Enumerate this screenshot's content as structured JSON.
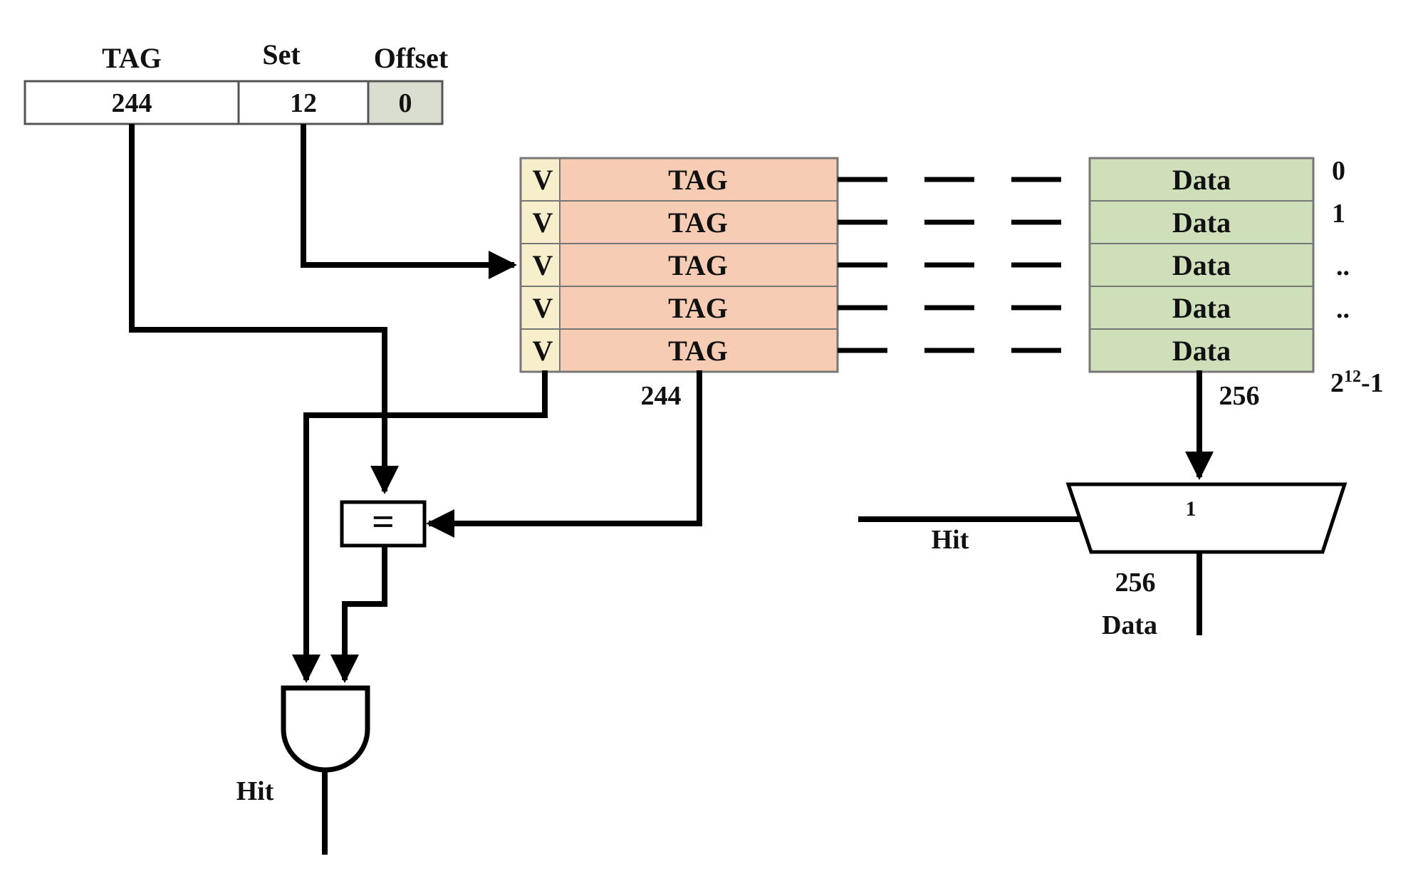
{
  "address": {
    "tag_header": "TAG",
    "set_header": "Set",
    "offset_header": "Offset",
    "tag_bits": "244",
    "set_bits": "12",
    "offset_bits": "0"
  },
  "tag_array": {
    "rows": [
      {
        "valid": "V",
        "tag": "TAG"
      },
      {
        "valid": "V",
        "tag": "TAG"
      },
      {
        "valid": "V",
        "tag": "TAG"
      },
      {
        "valid": "V",
        "tag": "TAG"
      },
      {
        "valid": "V",
        "tag": "TAG"
      }
    ],
    "width_label": "244"
  },
  "data_array": {
    "rows": [
      {
        "label": "Data",
        "index": "0"
      },
      {
        "label": "Data",
        "index": "1"
      },
      {
        "label": "Data",
        "index": ".."
      },
      {
        "label": "Data",
        "index": ".."
      },
      {
        "label": "Data",
        "index_base": "2",
        "index_exp": "12",
        "index_tail": "-1"
      }
    ],
    "width_label": "256"
  },
  "comparator": {
    "symbol": "="
  },
  "mux": {
    "select_value": "1",
    "select_label": "Hit",
    "out_width": "256",
    "out_label": "Data"
  },
  "and_gate": {
    "out_label": "Hit"
  },
  "colors": {
    "tag_cell": "#f6cdb4",
    "valid_cell": "#f7eecb",
    "data_cell": "#cfdfb9",
    "offset_cell": "#d9ded0"
  }
}
